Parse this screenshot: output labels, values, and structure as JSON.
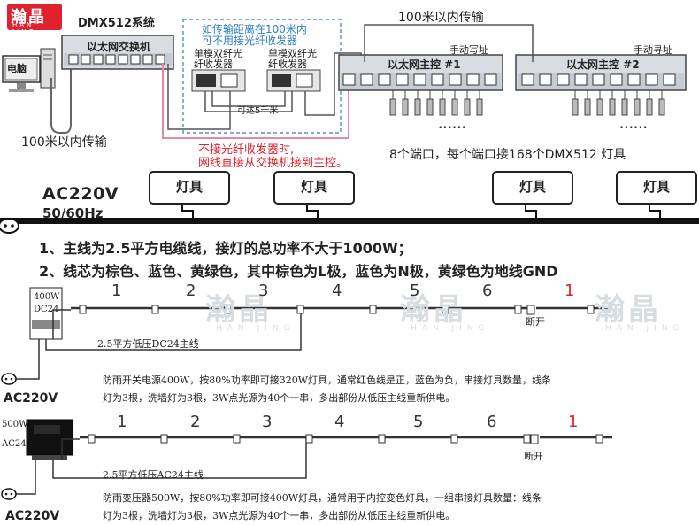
{
  "brand": {
    "name": "瀚晶",
    "pinyin": "HAN JING",
    "reg": "®"
  },
  "top": {
    "dmx_label": "DMX512系统",
    "switch_label": "以太网交换机",
    "pc_label": "电脑",
    "left_trans": "100米以内传输",
    "top_trans": "100米以内传输",
    "blue_note_1": "如传输距离在100米内",
    "blue_note_2": "可不用接光纤收发器",
    "fiber_a_1": "单模双纤光",
    "fiber_a_2": "纤收发器",
    "fiber_b_1": "单模双纤光",
    "fiber_b_2": "纤收发器",
    "fiber_dist": "可达5千米",
    "red_note_1": "不接光纤收发器时,",
    "red_note_2": "网线直接从交换机接到主控。",
    "ctrl1_label": "以太网主控  #1",
    "ctrl2_label": "以太网主控  #2",
    "manual_write": "手动写址",
    "manual_find": "手动寻址",
    "ports_note": "8个端口，每个端口接168个DMX512 灯具",
    "dots_1": "••••••",
    "dots_2": "••••••"
  },
  "ac": {
    "title": "AC220V",
    "freq": "50/60Hz",
    "lamp_label": "灯具",
    "rule_1": "1、主线为2.5平方电缆线，接灯的总功率不大于1000W；",
    "rule_2": "2、线芯为棕色、蓝色、黄绿色，其中棕色为L极，蓝色为N极，黄绿色为地线GND"
  },
  "dc": {
    "psu_1": "400W",
    "psu_2": "DC24",
    "segments": [
      "1",
      "2",
      "3",
      "4",
      "5",
      "6"
    ],
    "red_seg": "1",
    "break": "断开",
    "main_line": "2.5平方低压DC24主线",
    "desc_1": "防雨开关电源400W，按80%功率即可接320W灯具，通常红色线是正，蓝色为负，串接灯具数量，线条",
    "desc_2": "灯为3根，洗墙灯为3根，3W点光源为40个一串，多出部份从低压主线重新供电。",
    "ac": "AC220V"
  },
  "acl": {
    "psu_1": "500W",
    "psu_2": "AC24",
    "segments": [
      "1",
      "2",
      "3",
      "4",
      "5",
      "6"
    ],
    "red_seg": "1",
    "break": "断开",
    "main_line": "2.5平方低压AC24主线",
    "desc_1": "防雨变压器500W，按80%功率即可接400W灯具，通常用于内控变色灯具，一组串接灯具数量：线条",
    "desc_2": "灯为3根，洗墙灯为3根，3W点光源为40个一串，多出部份从低压主线重新供电。",
    "ac": "AC220V"
  },
  "colors": {
    "red": "#e0212e",
    "blue": "#2f7fc0",
    "watermark": "#d8dde2"
  }
}
